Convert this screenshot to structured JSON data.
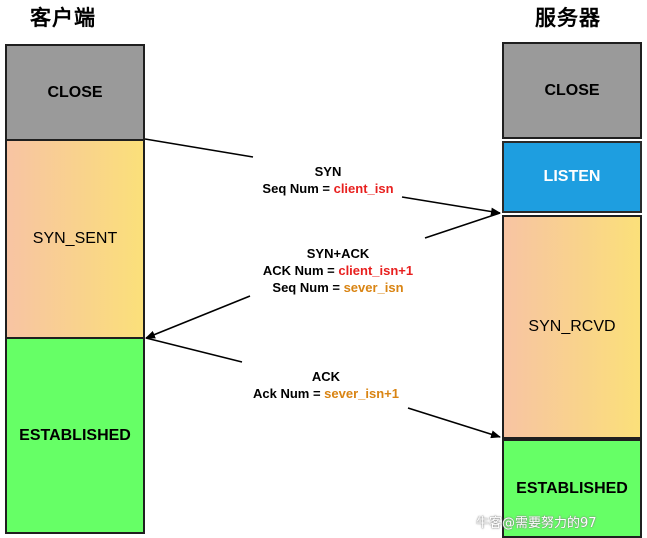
{
  "client": {
    "title": "客户端",
    "states": [
      "CLOSE",
      "SYN_SENT",
      "ESTABLISHED"
    ]
  },
  "server": {
    "title": "服务器",
    "states": [
      "CLOSE",
      "LISTEN",
      "SYN_RCVD",
      "ESTABLISHED"
    ]
  },
  "messages": {
    "syn": {
      "name": "SYN",
      "seq_label": "Seq Num = ",
      "seq_value": "client_isn"
    },
    "synack": {
      "name": "SYN+ACK",
      "ack_label": "ACK Num = ",
      "ack_value": "client_isn+1",
      "seq_label": "Seq Num = ",
      "seq_value": "sever_isn"
    },
    "ack": {
      "name": "ACK",
      "ack_label": "Ack Num = ",
      "ack_value": "sever_isn+1"
    }
  },
  "watermark": "牛客@需要努力的97",
  "colors": {
    "close": "#9a9a9a",
    "listen": "#1e9ee0",
    "syn_state": "#f9d48a",
    "established": "#66ff66",
    "highlight_red": "#e8201f",
    "highlight_amber": "#d98413"
  }
}
